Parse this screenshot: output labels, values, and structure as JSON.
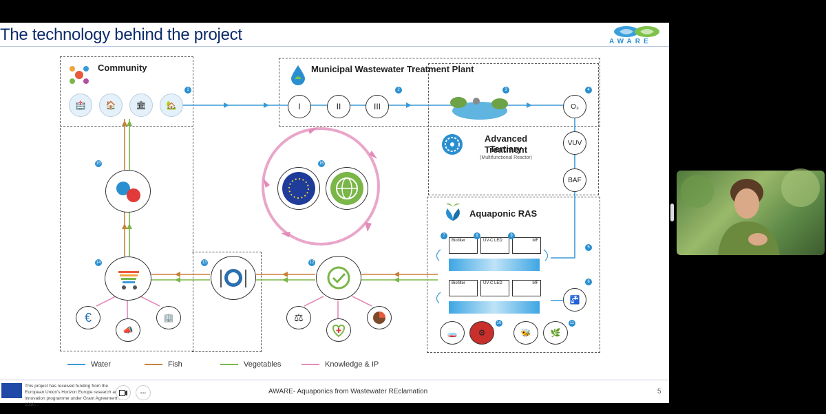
{
  "slide": {
    "title": "The technology behind the project",
    "logo_text": "AWARE",
    "page_number": "5",
    "footer_text": "AWARE- Aquaponics from Wastewater REclamation",
    "funding_text": "This project has received funding from the European Union's Horizon Europe research and innovation programme under Grant Agreement No 1010..."
  },
  "diagram": {
    "community_label": "Community",
    "wwtp_label": "Municipal Wastewater Treatment Plant",
    "tertiary_label_line1": "Advanced Tertiary",
    "tertiary_label_line2": "Treatment",
    "tertiary_sub": "(Multifunctional Reactor)",
    "ras_label": "Aquaponic RAS",
    "stages": [
      "I",
      "II",
      "III"
    ],
    "reactor_nodes": [
      "O₃",
      "VUV",
      "BAF"
    ],
    "ras_row1": [
      "Biofilter",
      "UV-C LED",
      "MF"
    ],
    "ras_row2": [
      "Biofilter",
      "UV-C LED",
      "MF"
    ],
    "badges": [
      "1",
      "2",
      "3",
      "4",
      "5",
      "6",
      "7",
      "8",
      "9",
      "10",
      "11",
      "12",
      "13",
      "14",
      "15",
      "16"
    ]
  },
  "legend": {
    "water": "Water",
    "fish": "Fish",
    "vegetables": "Vegetables",
    "knowledge": "Knowledge & IP"
  },
  "colors": {
    "water": "#3a9ad6",
    "fish": "#c8813a",
    "vegetables": "#7ab648",
    "knowledge": "#e38ab8",
    "title": "#0b2a6b"
  }
}
